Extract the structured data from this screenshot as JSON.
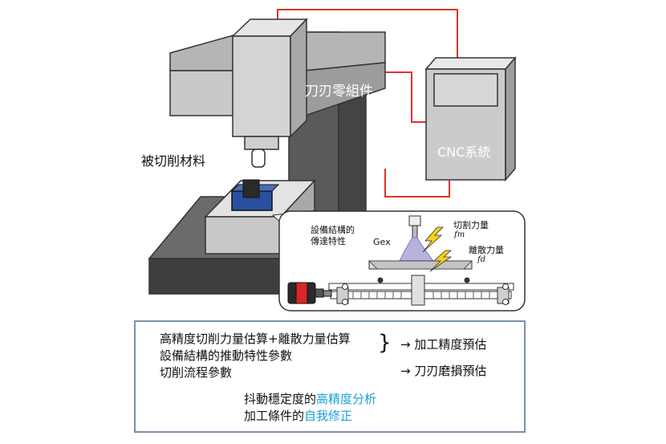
{
  "labels": {
    "tool_assembly": "刀刃零組件",
    "workpiece": "被切削材料",
    "cnc": "CNC系統",
    "equipment_transfer": "設備結構的\n傳達特性",
    "gex": "Gex",
    "cutting_force": "切割力量",
    "fm": "fm",
    "discrete_force": "離散力量",
    "fd": "fd"
  },
  "panel": {
    "lines": [
      "高精度切削力量估算+離散力量估算",
      "設備結構的推動特性參數",
      "切削流程參數"
    ],
    "brace": "}",
    "arrow_glyph": "→",
    "outcome_precision": "加工精度預估",
    "outcome_wear": "刀刃磨損預估",
    "result1_prefix": "抖動穩定度的",
    "result1_highlight": "高精度分析",
    "result2_prefix": "加工條件的",
    "result2_highlight": "自我修正"
  },
  "colors": {
    "wire": "#e0342b",
    "highlight": "#1a9fd8",
    "arrow": "#3a6fb4",
    "panel_border": "#7a8fb0",
    "machine_light": "#d9d9d9",
    "machine_mid": "#b8b8b8",
    "machine_dark": "#555555",
    "workpiece_blue": "#2a4f9e",
    "lightning": "#f2d21b"
  }
}
